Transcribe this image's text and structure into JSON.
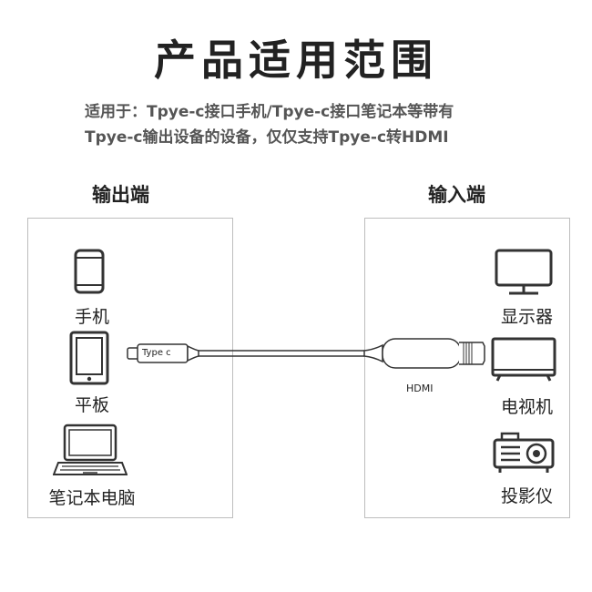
{
  "title": "产品适用范围",
  "description": {
    "line1": "适用于：Tpye-c接口手机/Tpye-c接口笔记本等带有",
    "line2": "Tpye-c输出设备的设备，仅仅支持Tpye-c转HDMI"
  },
  "output": {
    "title": "输出端",
    "devices": [
      {
        "label": "手机",
        "icon": "phone-icon"
      },
      {
        "label": "平板",
        "icon": "tablet-icon"
      },
      {
        "label": "笔记本电脑",
        "icon": "laptop-icon"
      }
    ]
  },
  "input": {
    "title": "输入端",
    "devices": [
      {
        "label": "显示器",
        "icon": "monitor-icon"
      },
      {
        "label": "电视机",
        "icon": "tv-icon"
      },
      {
        "label": "投影仪",
        "icon": "projector-icon"
      }
    ]
  },
  "cable": {
    "typec_label": "Type c",
    "hdmi_label": "HDMI"
  },
  "colors": {
    "text": "#222222",
    "description": "#555555",
    "border": "#bdbdbd",
    "icon_stroke": "#333333"
  }
}
